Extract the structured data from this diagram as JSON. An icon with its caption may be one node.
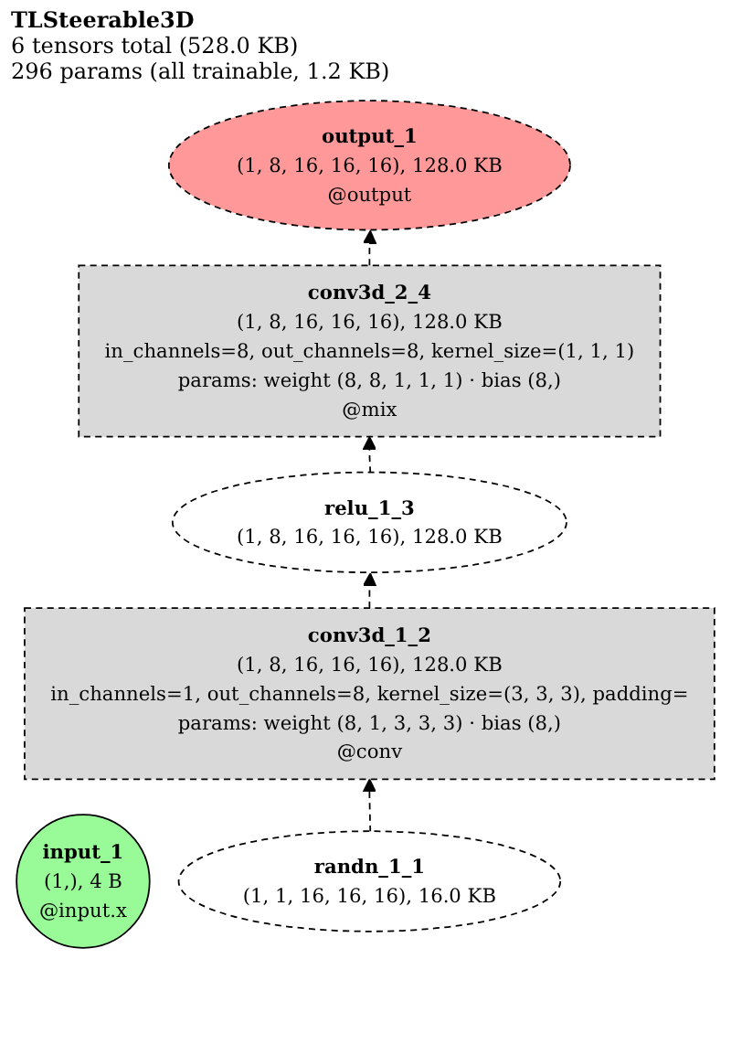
{
  "diagram": {
    "title": "TLSteerable3D",
    "nodes": [
      {
        "text": [
          "output_1",
          "(1, 8, 16, 16, 16), 128.0 KB",
          "@output"
        ]
      },
      {
        "text": [
          "conv3d_2_4",
          "(1, 8, 16, 16, 16), 128.0 KB",
          "in_channels=8, out_channels=8, kernel_size=(1, 1, 1)",
          "params: weight (8, 8, 1, 1, 1) · bias (8,)",
          "@mix"
        ]
      },
      {
        "text": [
          "relu_1_3",
          "(1, 8, 16, 16, 16), 128.0 KB"
        ]
      },
      {
        "text": [
          "conv3d_1_2",
          "(1, 8, 16, 16, 16), 128.0 KB",
          "in_channels=1, out_channels=8, kernel_size=(3, 3, 3), padding=",
          "params: weight (8, 1, 3, 3, 3) · bias (8,)",
          "@conv"
        ]
      },
      {
        "text": [
          "input_1",
          "(1,), 4 B",
          "@input.x"
        ]
      },
      {
        "text": [
          "randn_1_1",
          "(1, 1, 16, 16, 16), 16.0 KB"
        ]
      }
    ],
    "edges": [
      {
        "from": 5,
        "to": 3,
        "arrow": "to",
        "style": "dashed"
      },
      {
        "from": 3,
        "to": 2,
        "arrow": "to",
        "style": "dashed"
      },
      {
        "from": 2,
        "to": 1,
        "arrow": "to",
        "style": "dashed"
      },
      {
        "from": 1,
        "to": 0,
        "arrow": "to",
        "style": "dashed"
      }
    ],
    "labels": [
      "6 tensors total (528.0 KB)",
      "296 params (all trainable, 1.2 KB)"
    ]
  }
}
